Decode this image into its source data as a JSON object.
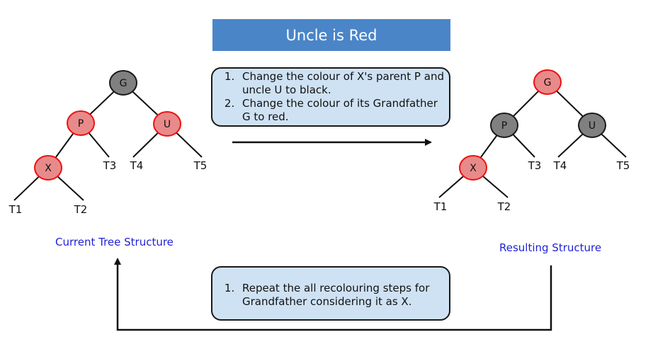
{
  "title": "Uncle is Red",
  "colors": {
    "red_node": "#e98a8a",
    "red_stroke": "#ee1111",
    "black_node": "#808080",
    "black_stroke": "#1a1a1a",
    "title_bg": "#4a85c8",
    "box_bg": "#cfe2f3",
    "caption": "#1f1fd6"
  },
  "steps_top": [
    "Change the colour of X's parent P and uncle U to black.",
    "Change the colour of its Grandfather G to red."
  ],
  "steps_bottom": [
    "Repeat the all recolouring steps for Grandfather considering it as X."
  ],
  "current_tree": {
    "caption": "Current Tree Structure",
    "nodes": [
      {
        "id": "G",
        "label": "G",
        "color": "black"
      },
      {
        "id": "P",
        "label": "P",
        "color": "red"
      },
      {
        "id": "U",
        "label": "U",
        "color": "red"
      },
      {
        "id": "X",
        "label": "X",
        "color": "red"
      }
    ],
    "subtrees": [
      "T1",
      "T2",
      "T3",
      "T4",
      "T5"
    ]
  },
  "resulting_tree": {
    "caption": "Resulting Structure",
    "nodes": [
      {
        "id": "G",
        "label": "G",
        "color": "red"
      },
      {
        "id": "P",
        "label": "P",
        "color": "black"
      },
      {
        "id": "U",
        "label": "U",
        "color": "black"
      },
      {
        "id": "X",
        "label": "X",
        "color": "red"
      }
    ],
    "subtrees": [
      "T1",
      "T2",
      "T3",
      "T4",
      "T5"
    ]
  }
}
